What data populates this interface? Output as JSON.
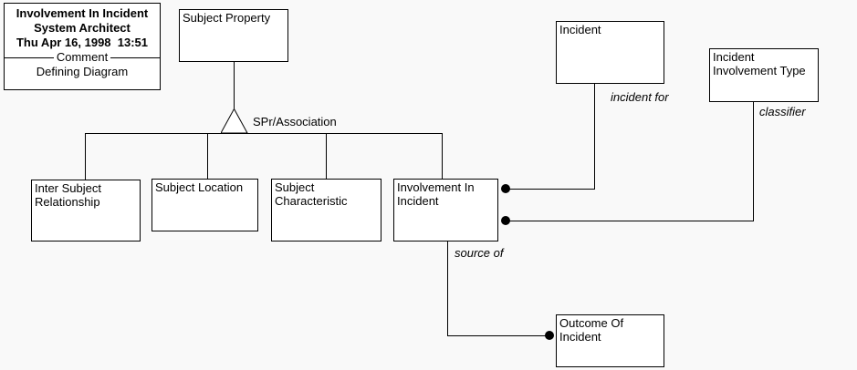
{
  "title_box": {
    "line1": "Involvement In Incident",
    "line2": "System Architect",
    "line3": "Thu Apr 16, 1998  13:51",
    "divider_label": "Comment",
    "comment_text": "Defining Diagram"
  },
  "nodes": {
    "subject_property": "Subject Property",
    "incident": "Incident",
    "incident_involvement_type": "Incident Involvement Type",
    "inter_subject_relationship": "Inter Subject Relationship",
    "subject_location": "Subject Location",
    "subject_characteristic": "Subject Characteristic",
    "involvement_in_incident": "Involvement In Incident",
    "outcome_of_incident": "Outcome Of Incident"
  },
  "edge_labels": {
    "spr_association": "SPr/Association",
    "incident_for": "incident for",
    "classifier": "classifier",
    "source_of": "source of"
  },
  "colors": {
    "background": "#f9f9f9",
    "box_fill": "#ffffff",
    "line": "#000000",
    "text": "#000000"
  }
}
